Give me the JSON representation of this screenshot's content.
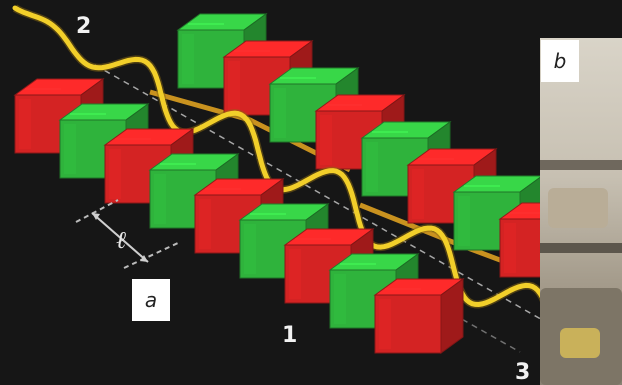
{
  "labels": {
    "beam_2": "2",
    "beam_1": "1",
    "beam_3": "3",
    "panel_a": "a",
    "panel_b": "b",
    "period": "ℓ"
  },
  "colors": {
    "magnet_red": "#d42323",
    "magnet_green": "#2fb33c",
    "beam_yellow": "#f2cf2a",
    "background": "#161616"
  }
}
